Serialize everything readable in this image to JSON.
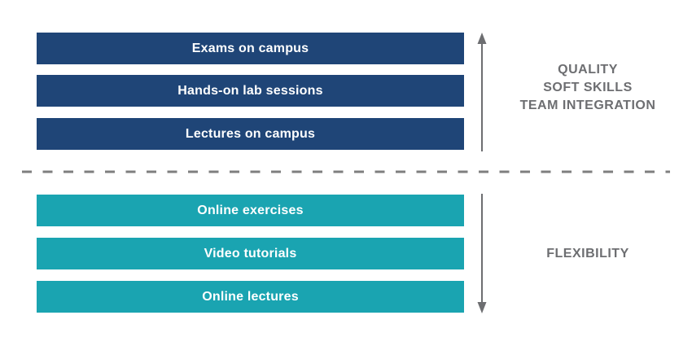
{
  "on_campus": {
    "bars": [
      "Exams on campus",
      "Hands-on lab sessions",
      "Lectures on campus"
    ],
    "benefits": [
      "QUALITY",
      "SOFT SKILLS",
      "TEAM INTEGRATION"
    ],
    "bar_color": "#1f4577",
    "arrow_direction": "up"
  },
  "online": {
    "bars": [
      "Online exercises",
      "Video tutorials",
      "Online lectures"
    ],
    "benefits": [
      "FLEXIBILITY"
    ],
    "bar_color": "#1aa4b1",
    "arrow_direction": "down"
  },
  "divider": {
    "style": "dashed",
    "color": "#7f7f7f"
  },
  "colors": {
    "background": "#ffffff",
    "bar_text": "#ffffff",
    "side_label": "#6d6e71",
    "arrow": "#6d6e71"
  }
}
